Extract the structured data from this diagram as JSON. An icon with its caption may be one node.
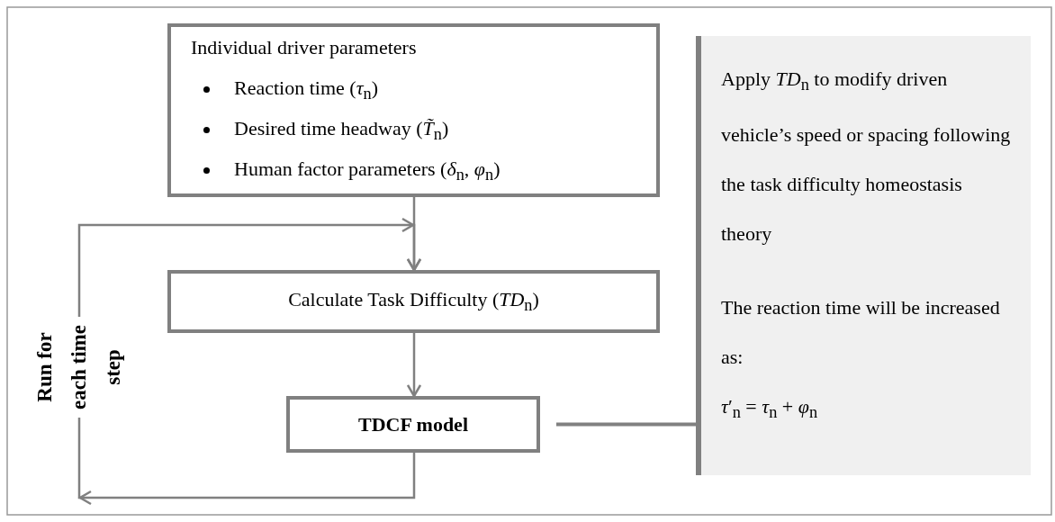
{
  "diagram": {
    "nodes": [
      {
        "text": [
          "Individual driver parameters",
          "Reaction time (*τ*$_{n}$)",
          "Desired  time headway (*T̃*$_{n}$)",
          "Human factor parameters (*δ*$_{n}$, *φ*$_{n}$)"
        ]
      },
      {
        "text": [
          "Calculate Task Difficulty (*TD*$_{n}$)"
        ]
      },
      {
        "text": [
          "TDCF model"
        ]
      },
      {
        "text": [
          "Apply *TD*$_{n}$ to modify driven vehicle’s speed or spacing following the task difficulty homeostasis theory",
          "The reaction time will be increased as:",
          "*τ*′$_{n}$ = *τ*$_{n}$ + *φ*$_{n}$"
        ]
      }
    ],
    "edges": [
      {
        "from": 0,
        "to": 1,
        "arrow": "to"
      },
      {
        "from": 1,
        "to": 2,
        "arrow": "to"
      },
      {
        "from": 2,
        "to": 1,
        "arrow": "to"
      },
      {
        "from": 2,
        "to": 3,
        "arrow": "none"
      }
    ],
    "labels": [
      "Run for each time step"
    ]
  }
}
